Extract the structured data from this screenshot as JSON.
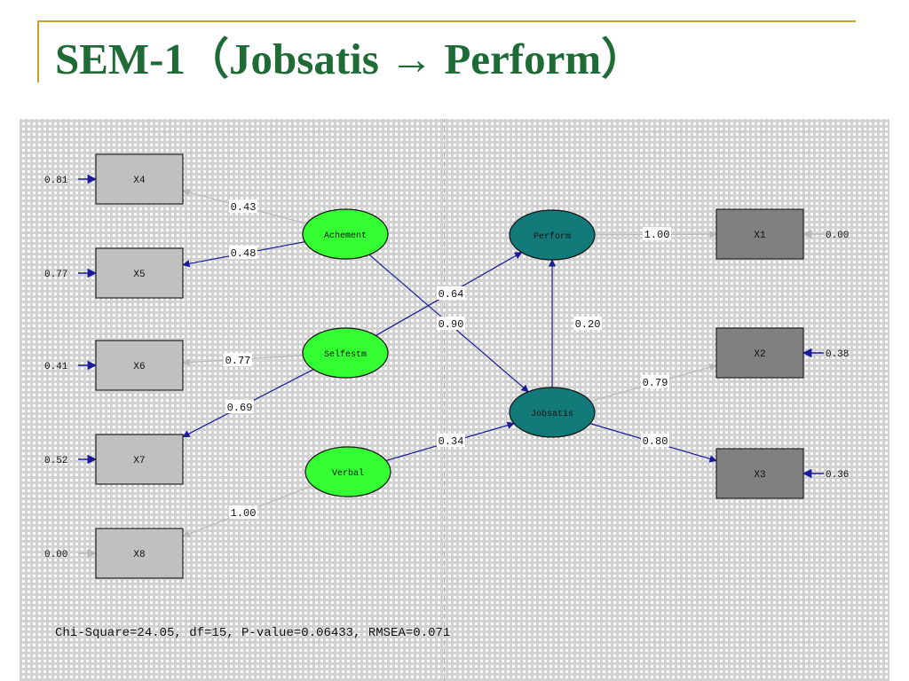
{
  "slide": {
    "title": "SEM-1（Jobsatis → Perform）"
  },
  "diagram": {
    "observed": [
      {
        "id": "X4",
        "label": "X4",
        "error": "0.81"
      },
      {
        "id": "X5",
        "label": "X5",
        "error": "0.77"
      },
      {
        "id": "X6",
        "label": "X6",
        "error": "0.41"
      },
      {
        "id": "X7",
        "label": "X7",
        "error": "0.52"
      },
      {
        "id": "X8",
        "label": "X8",
        "error": "0.00"
      },
      {
        "id": "X1",
        "label": "X1",
        "error": "0.00"
      },
      {
        "id": "X2",
        "label": "X2",
        "error": "0.38"
      },
      {
        "id": "X3",
        "label": "X3",
        "error": "0.36"
      }
    ],
    "latent": [
      {
        "id": "Achement",
        "label": "Achement",
        "kind": "exogenous"
      },
      {
        "id": "Selfestm",
        "label": "Selfestm",
        "kind": "exogenous"
      },
      {
        "id": "Verbal",
        "label": "Verbal",
        "kind": "exogenous"
      },
      {
        "id": "Perform",
        "label": "Perform",
        "kind": "endogenous"
      },
      {
        "id": "Jobsatis",
        "label": "Jobsatis",
        "kind": "endogenous"
      }
    ],
    "paths": [
      {
        "from": "Achement",
        "to": "X4",
        "coef": "0.43"
      },
      {
        "from": "Achement",
        "to": "X5",
        "coef": "0.48"
      },
      {
        "from": "Selfestm",
        "to": "X6",
        "coef": "0.77"
      },
      {
        "from": "Selfestm",
        "to": "X7",
        "coef": "0.69"
      },
      {
        "from": "Verbal",
        "to": "X8",
        "coef": "1.00"
      },
      {
        "from": "Selfestm",
        "to": "Perform",
        "coef": "0.64"
      },
      {
        "from": "Achement",
        "to": "Jobsatis",
        "coef": "0.90"
      },
      {
        "from": "Verbal",
        "to": "Jobsatis",
        "coef": "0.34"
      },
      {
        "from": "Jobsatis",
        "to": "Perform",
        "coef": "0.20"
      },
      {
        "from": "Perform",
        "to": "X1",
        "coef": "1.00"
      },
      {
        "from": "Jobsatis",
        "to": "X2",
        "coef": "0.79"
      },
      {
        "from": "Jobsatis",
        "to": "X3",
        "coef": "0.80"
      }
    ],
    "fit_stats": "Chi-Square=24.05, df=15, P-value=0.06433, RMSEA=0.071"
  },
  "colors": {
    "title": "#1e6b35",
    "frame": "#c8a030",
    "exogenous_fill": "#33ff33",
    "endogenous_fill": "#137a7a",
    "box_light": "#c0c0c0",
    "box_dark": "#808080",
    "path_significant": "#1a1a9a",
    "path_fixed": "#b8b8b8"
  }
}
